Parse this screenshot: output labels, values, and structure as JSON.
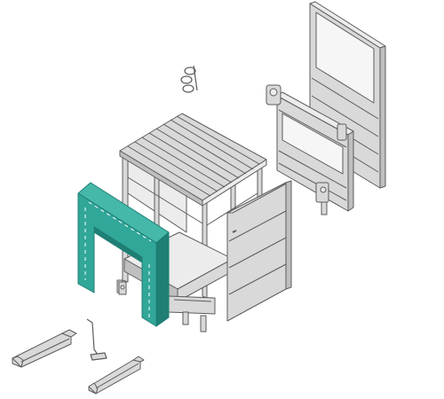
{
  "colors": {
    "background": "#ffffff",
    "outline": "#5c5c5c",
    "panel_fill": "#d9d9d9",
    "panel_light": "#ececec",
    "panel_dark": "#bfbfbf",
    "window_fill": "#f6f6f6",
    "shelter_fill": "#31a79a",
    "shelter_dark": "#1f7f74",
    "shelter_dash": "#ffffff"
  },
  "parts": [
    {
      "id": "seal-shelter",
      "icon": "dock-shelter-icon"
    },
    {
      "id": "enclosure-frame",
      "icon": "frame-icon"
    },
    {
      "id": "roof-panel",
      "icon": "roof-icon"
    },
    {
      "id": "floor-platform",
      "icon": "platform-icon"
    },
    {
      "id": "side-wall-panel",
      "icon": "wall-panel-icon"
    },
    {
      "id": "sectional-door-large",
      "icon": "sectional-door-icon"
    },
    {
      "id": "sectional-door-small",
      "icon": "sectional-door-icon"
    },
    {
      "id": "door-mechanism",
      "icon": "roller-icon"
    },
    {
      "id": "bumper-rail-left",
      "icon": "bumper-rail-icon"
    },
    {
      "id": "bumper-rail-right",
      "icon": "bumper-rail-icon"
    },
    {
      "id": "lever-handle",
      "icon": "lever-icon"
    }
  ]
}
